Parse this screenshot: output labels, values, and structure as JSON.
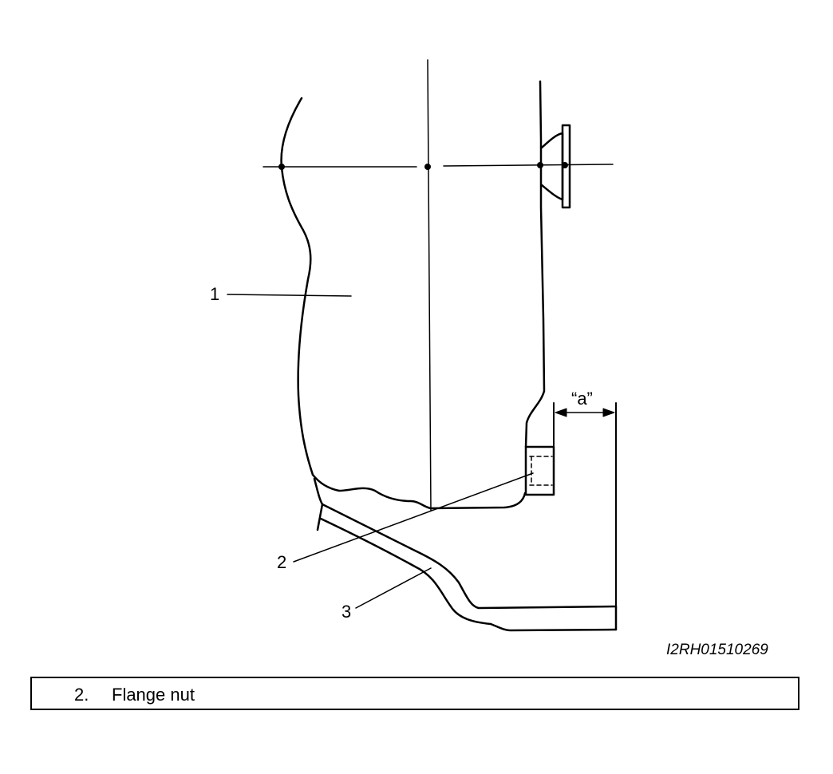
{
  "callouts": {
    "part_1": "1",
    "part_2": "2",
    "part_3": "3",
    "dimension_a": "“a”"
  },
  "reference_code": "I2RH01510269",
  "legend": {
    "number": "2.",
    "label": "Flange nut"
  },
  "colors": {
    "line": "#000000",
    "background": "#ffffff"
  }
}
